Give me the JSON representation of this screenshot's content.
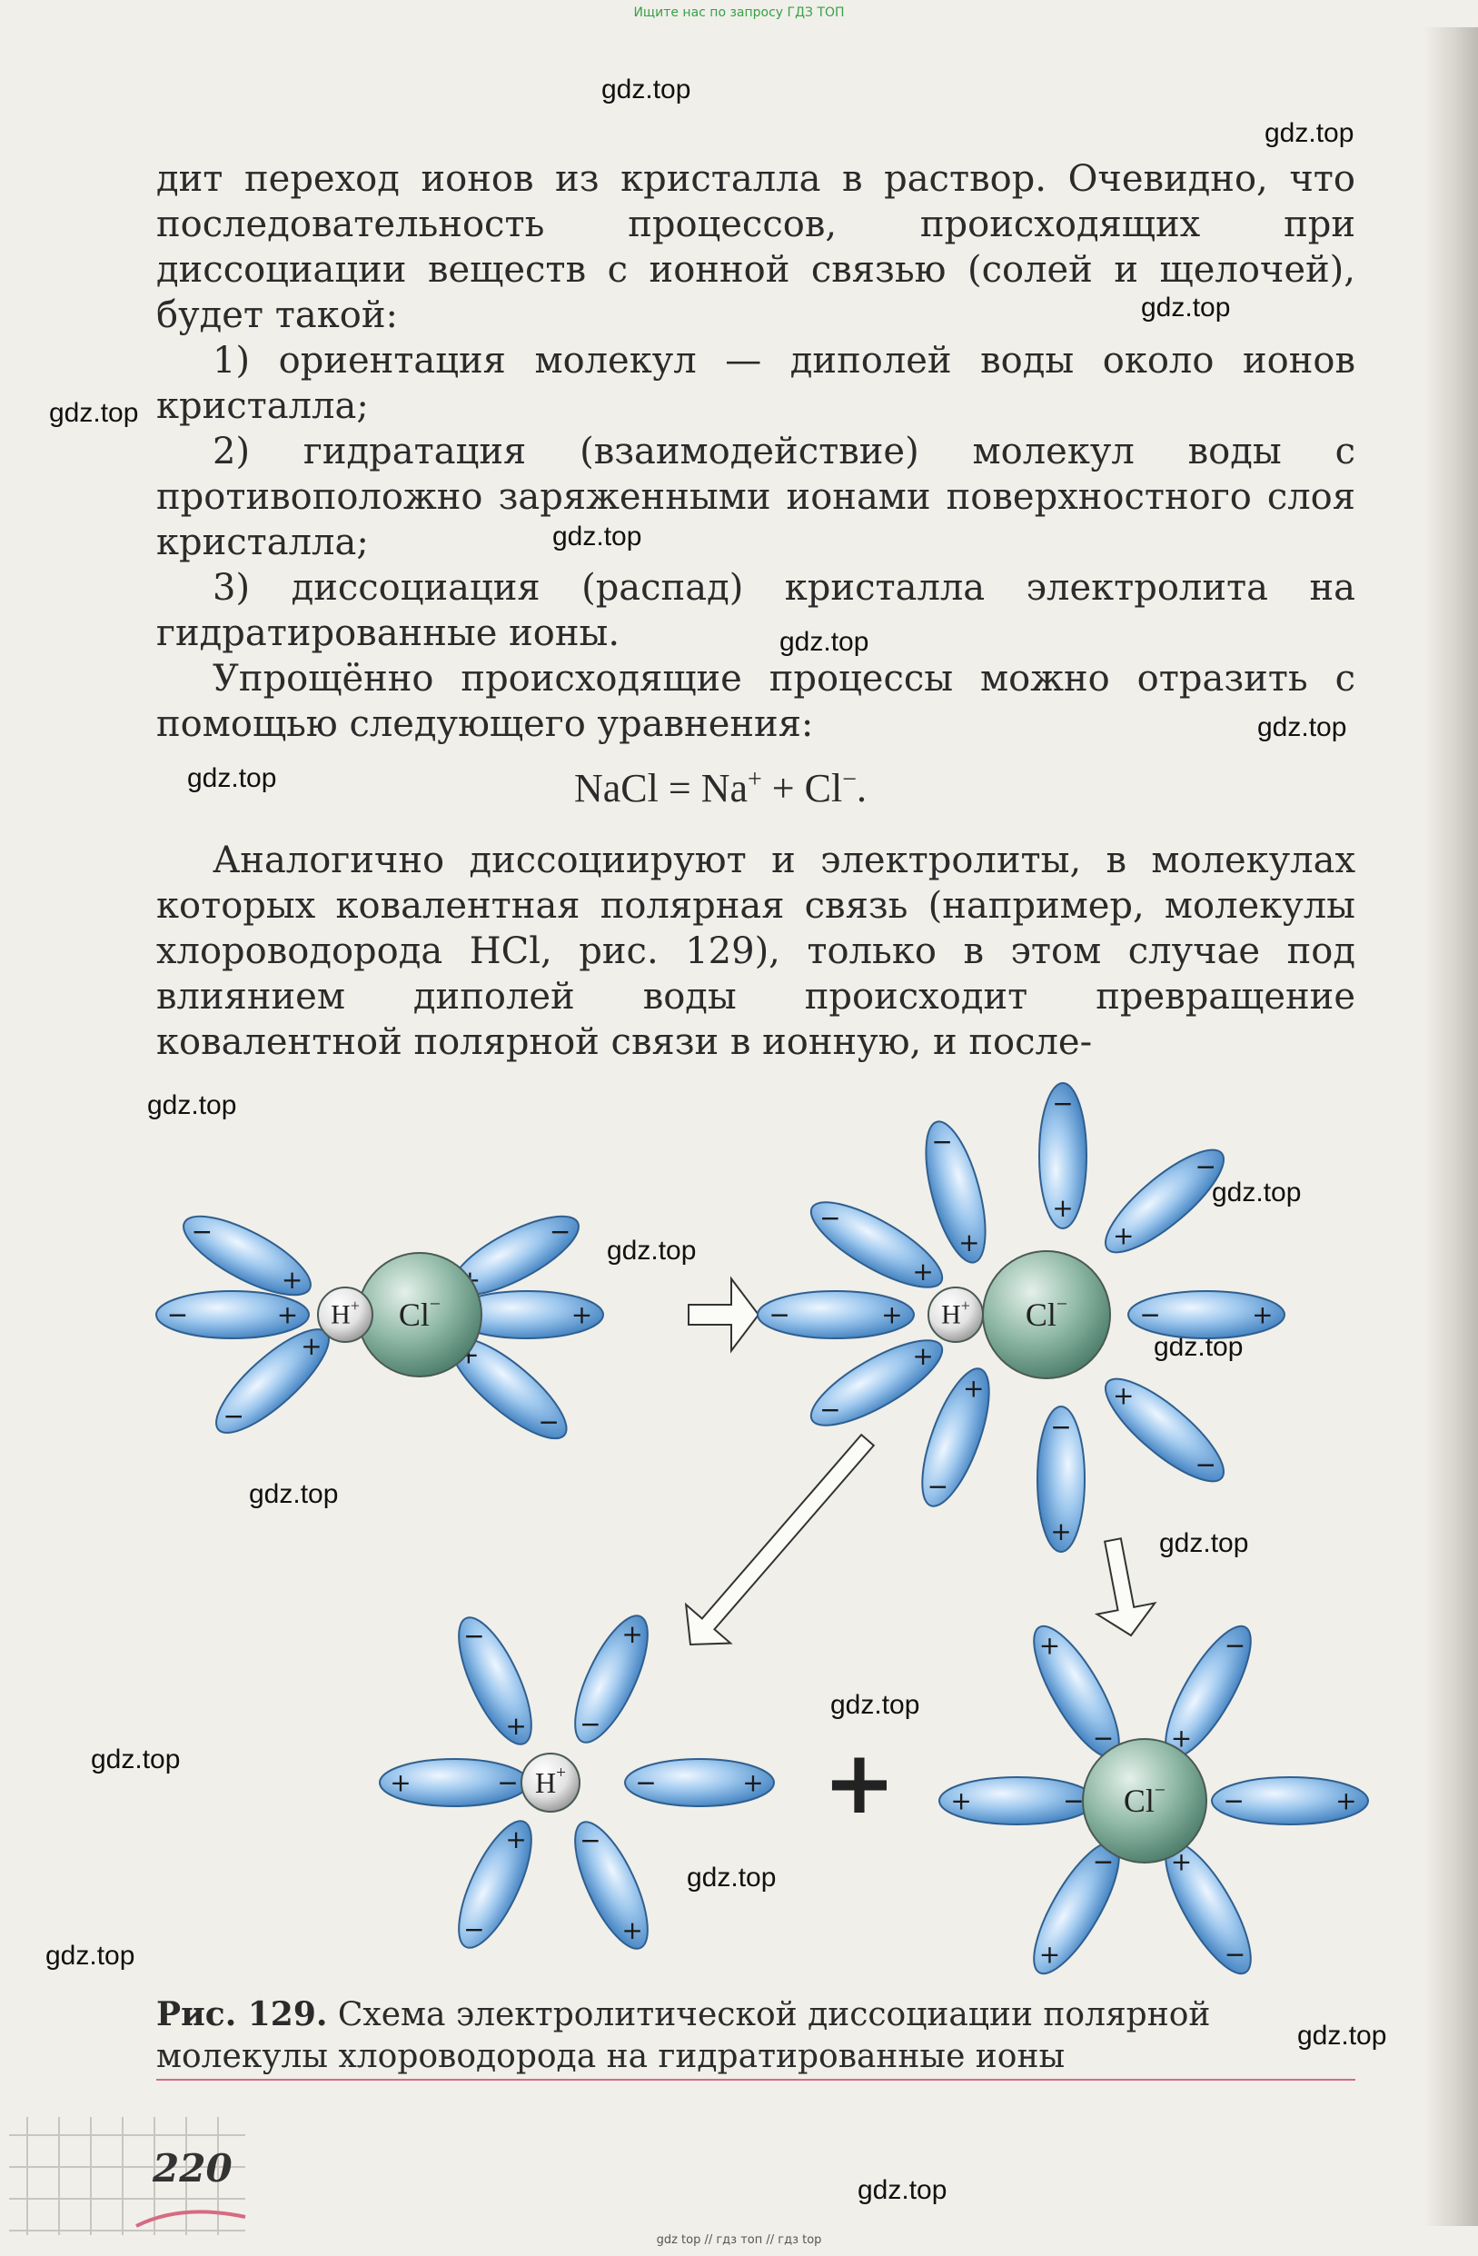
{
  "header": {
    "top_note": "Ищите нас по запросу ГДЗ ТОП",
    "bottom_note": "gdz top // гдз топ // гдз top"
  },
  "watermark": "gdz.top",
  "body": {
    "p1": "дит переход ионов из кристалла в раствор. Очевидно, что последовательность процессов, происходящих при диссоциации веществ с ионной связью (солей и щелочей), будет такой:",
    "item1": "1) ориентация молекул — диполей воды около ионов кристалла;",
    "item2": "2) гидратация (взаимодействие) молекул воды с противоположно заряженными ионами поверхностного слоя кристалла;",
    "item3": "3) диссоциация (распад) кристалла электролита на гидратированные ионы.",
    "p2": "Упрощённо происходящие процессы можно отразить с помощью следующего уравнения:",
    "p3": "Аналогично диссоциируют и электролиты, в молекулах которых ковалентная полярная связь (например, молекулы хлороводорода HCl, рис. 129), только в этом случае под влиянием диполей воды происходит превращение ковалентной полярной связи в ионную, и после-"
  },
  "equation": {
    "left": "NaCl = Na",
    "sup1": "+",
    "mid": " + Cl",
    "sup2": "−",
    "end": "."
  },
  "figure": {
    "h_label": "H",
    "cl_label": "Cl",
    "plus": "+",
    "minus": "−",
    "colors": {
      "dipole": "#7fb3df",
      "chlorine": "#8fb8a6",
      "hydrogen": "#e3e3e3"
    }
  },
  "caption": {
    "label": "Рис. 129.",
    "text": " Схема электролитической диссоциации полярной молекулы хлороводорода на гидратированные ионы"
  },
  "page_number": "220"
}
